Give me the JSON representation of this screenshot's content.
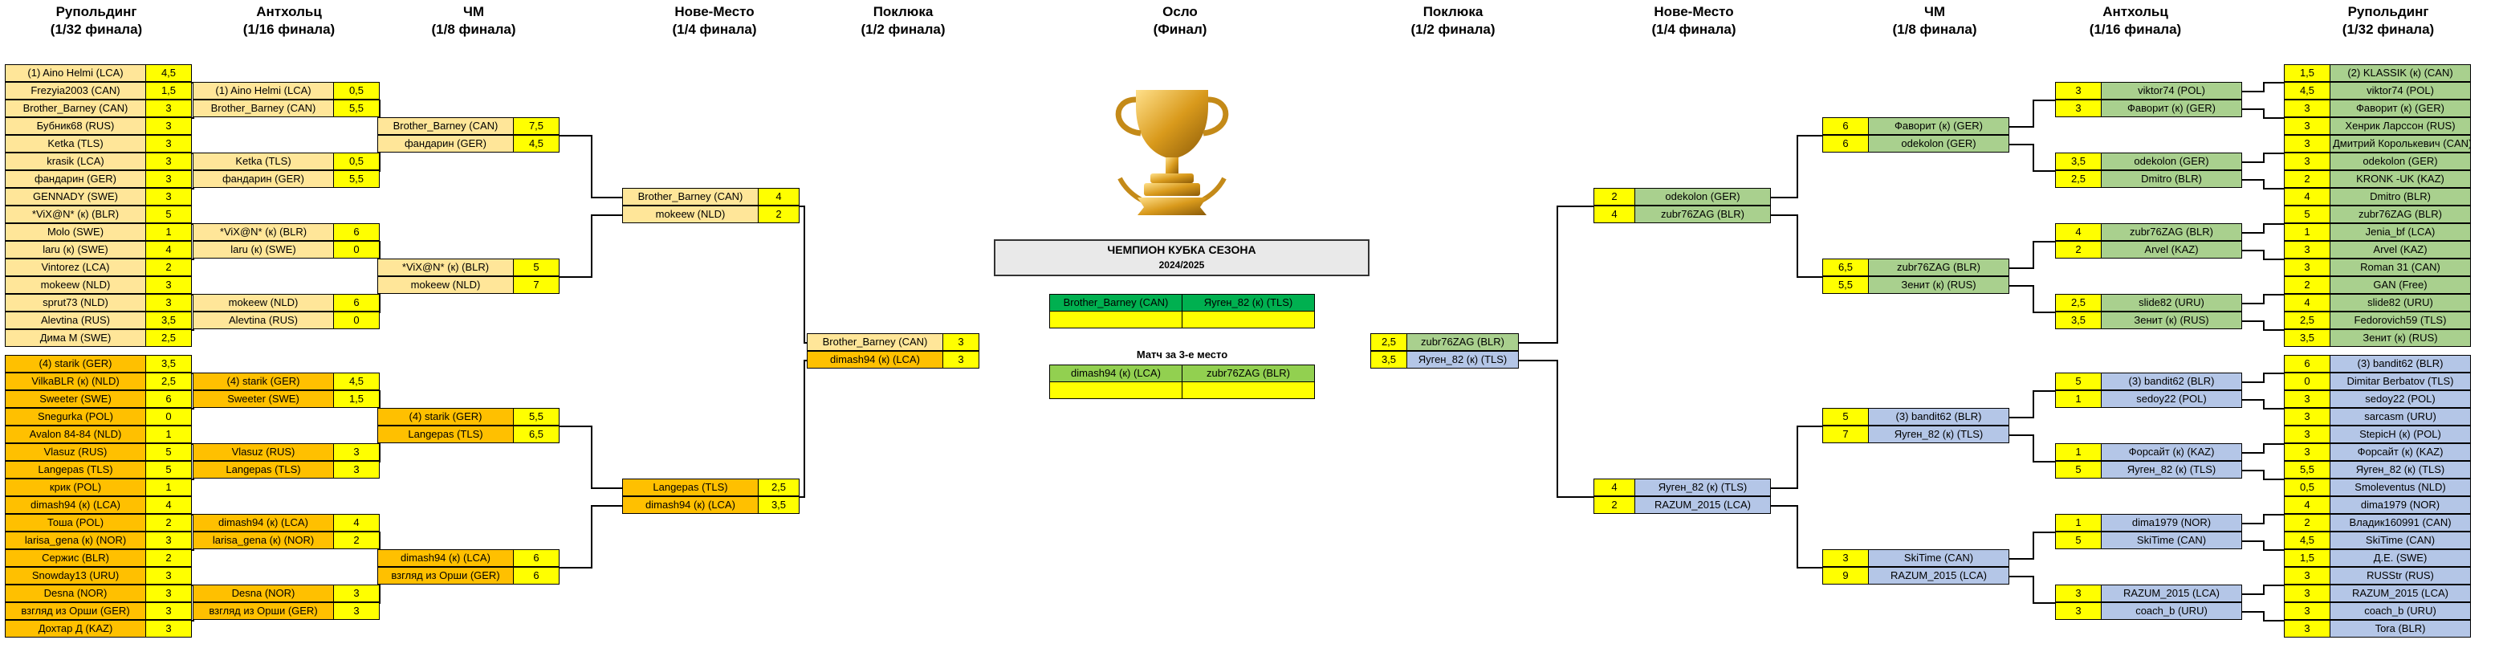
{
  "headers": {
    "left": [
      {
        "t": "Рупольдинг",
        "s": "(1/32 финала)"
      },
      {
        "t": "Антхольц",
        "s": "(1/16 финала)"
      },
      {
        "t": "ЧМ",
        "s": "(1/8 финала)"
      },
      {
        "t": "Нове-Место",
        "s": "(1/4 финала)"
      },
      {
        "t": "Поклюка",
        "s": "(1/2 финала)"
      }
    ],
    "center": {
      "t": "Осло",
      "s": "(Финал)"
    },
    "right": [
      {
        "t": "Поклюка",
        "s": "(1/2 финала)"
      },
      {
        "t": "Нове-Место",
        "s": "(1/4 финала)"
      },
      {
        "t": "ЧМ",
        "s": "(1/8 финала)"
      },
      {
        "t": "Антхольц",
        "s": "(1/16 финала)"
      },
      {
        "t": "Рупольдинг",
        "s": "(1/32 финала)"
      }
    ]
  },
  "champion": {
    "title": "ЧЕМПИОН КУБКА СЕЗОНА",
    "season": "2024/2025"
  },
  "final": {
    "p1": "Brother_Barney (CAN)",
    "p2": "Яуген_82 (к) (TLS)"
  },
  "third_place": {
    "label": "Матч за 3-е место",
    "p1": "dimash94 (к) (LCA)",
    "p2": "zubr76ZAG (BLR)"
  },
  "left_r1": [
    {
      "n": "(1) Aino Helmi (LCA)",
      "s": "4,5"
    },
    {
      "n": "Frezyia2003 (CAN)",
      "s": "1,5"
    },
    {
      "n": "Brother_Barney (CAN)",
      "s": "3"
    },
    {
      "n": "Бубник68 (RUS)",
      "s": "3"
    },
    {
      "n": "Ketka (TLS)",
      "s": "3"
    },
    {
      "n": "krasik (LCA)",
      "s": "3"
    },
    {
      "n": "фандарин (GER)",
      "s": "3"
    },
    {
      "n": "GENNADY (SWE)",
      "s": "3"
    },
    {
      "n": "*ViX@N* (к) (BLR)",
      "s": "5"
    },
    {
      "n": "Molo (SWE)",
      "s": "1"
    },
    {
      "n": "laru (к) (SWE)",
      "s": "4"
    },
    {
      "n": "Vintorez (LCA)",
      "s": "2"
    },
    {
      "n": "mokeew (NLD)",
      "s": "3"
    },
    {
      "n": "sprut73 (NLD)",
      "s": "3"
    },
    {
      "n": "Alevtina (RUS)",
      "s": "3,5"
    },
    {
      "n": "Дима М (SWE)",
      "s": "2,5"
    },
    {
      "n": "(4) starik (GER)",
      "s": "3,5"
    },
    {
      "n": "VilkaBLR (к) (NLD)",
      "s": "2,5"
    },
    {
      "n": "Sweeter (SWE)",
      "s": "6"
    },
    {
      "n": "Snegurka (POL)",
      "s": "0"
    },
    {
      "n": "Avalon 84-84 (NLD)",
      "s": "1"
    },
    {
      "n": "Vlasuz (RUS)",
      "s": "5"
    },
    {
      "n": "Langepas (TLS)",
      "s": "5"
    },
    {
      "n": "крик (POL)",
      "s": "1"
    },
    {
      "n": "dimash94 (к) (LCA)",
      "s": "4"
    },
    {
      "n": "Тоша (POL)",
      "s": "2"
    },
    {
      "n": "larisa_gena (к) (NOR)",
      "s": "3"
    },
    {
      "n": "Сержис (BLR)",
      "s": "2"
    },
    {
      "n": "Snowday13 (URU)",
      "s": "3"
    },
    {
      "n": "Desna (NOR)",
      "s": "3"
    },
    {
      "n": "взгляд из Орши (GER)",
      "s": "3"
    },
    {
      "n": "Дохтар Д (KAZ)",
      "s": "3"
    }
  ],
  "left_r2": [
    {
      "n": "(1) Aino Helmi (LCA)",
      "s": "0,5"
    },
    {
      "n": "Brother_Barney (CAN)",
      "s": "5,5"
    },
    {
      "n": "Ketka (TLS)",
      "s": "0,5"
    },
    {
      "n": "фандарин (GER)",
      "s": "5,5"
    },
    {
      "n": "*ViX@N* (к) (BLR)",
      "s": "6"
    },
    {
      "n": "laru (к) (SWE)",
      "s": "0"
    },
    {
      "n": "mokeew (NLD)",
      "s": "6"
    },
    {
      "n": "Alevtina (RUS)",
      "s": "0"
    },
    {
      "n": "(4) starik (GER)",
      "s": "4,5"
    },
    {
      "n": "Sweeter (SWE)",
      "s": "1,5"
    },
    {
      "n": "Vlasuz (RUS)",
      "s": "3"
    },
    {
      "n": "Langepas (TLS)",
      "s": "3"
    },
    {
      "n": "dimash94 (к) (LCA)",
      "s": "4"
    },
    {
      "n": "larisa_gena (к) (NOR)",
      "s": "2"
    },
    {
      "n": "Desna (NOR)",
      "s": "3"
    },
    {
      "n": "взгляд из Орши (GER)",
      "s": "3"
    }
  ],
  "left_r3": [
    {
      "n": "Brother_Barney (CAN)",
      "s": "7,5"
    },
    {
      "n": "фандарин (GER)",
      "s": "4,5"
    },
    {
      "n": "*ViX@N* (к) (BLR)",
      "s": "5"
    },
    {
      "n": "mokeew (NLD)",
      "s": "7"
    },
    {
      "n": "(4) starik (GER)",
      "s": "5,5"
    },
    {
      "n": "Langepas (TLS)",
      "s": "6,5"
    },
    {
      "n": "dimash94 (к) (LCA)",
      "s": "6"
    },
    {
      "n": "взгляд из Орши (GER)",
      "s": "6"
    }
  ],
  "left_r4": [
    {
      "n": "Brother_Barney (CAN)",
      "s": "4"
    },
    {
      "n": "mokeew (NLD)",
      "s": "2"
    },
    {
      "n": "Langepas (TLS)",
      "s": "2,5"
    },
    {
      "n": "dimash94 (к) (LCA)",
      "s": "3,5"
    }
  ],
  "left_r5": [
    {
      "n": "Brother_Barney (CAN)",
      "s": "3"
    },
    {
      "n": "dimash94 (к) (LCA)",
      "s": "3"
    }
  ],
  "right_r5": [
    {
      "n": "zubr76ZAG (BLR)",
      "s": "2,5"
    },
    {
      "n": "Яуген_82 (к) (TLS)",
      "s": "3,5"
    }
  ],
  "right_r4": [
    {
      "n": "odekolon (GER)",
      "s": "2"
    },
    {
      "n": "zubr76ZAG (BLR)",
      "s": "4"
    },
    {
      "n": "Яуген_82 (к) (TLS)",
      "s": "4"
    },
    {
      "n": "RAZUM_2015 (LCA)",
      "s": "2"
    }
  ],
  "right_r3": [
    {
      "n": "Фаворит (к) (GER)",
      "s": "6"
    },
    {
      "n": "odekolon (GER)",
      "s": "6"
    },
    {
      "n": "zubr76ZAG (BLR)",
      "s": "6,5"
    },
    {
      "n": "Зенит (к) (RUS)",
      "s": "5,5"
    },
    {
      "n": "(3) bandit62 (BLR)",
      "s": "5"
    },
    {
      "n": "Яуген_82 (к) (TLS)",
      "s": "7"
    },
    {
      "n": "SkiTime (CAN)",
      "s": "3"
    },
    {
      "n": "RAZUM_2015 (LCA)",
      "s": "9"
    }
  ],
  "right_r2": [
    {
      "n": "viktor74 (POL)",
      "s": "3"
    },
    {
      "n": "Фаворит (к) (GER)",
      "s": "3"
    },
    {
      "n": "odekolon (GER)",
      "s": "3,5"
    },
    {
      "n": "Dmitro (BLR)",
      "s": "2,5"
    },
    {
      "n": "zubr76ZAG (BLR)",
      "s": "4"
    },
    {
      "n": "Arvel (KAZ)",
      "s": "2"
    },
    {
      "n": "slide82 (URU)",
      "s": "2,5"
    },
    {
      "n": "Зенит (к) (RUS)",
      "s": "3,5"
    },
    {
      "n": "(3) bandit62 (BLR)",
      "s": "5"
    },
    {
      "n": "sedoy22 (POL)",
      "s": "1"
    },
    {
      "n": "Форсайт (к) (KAZ)",
      "s": "1"
    },
    {
      "n": "Яуген_82 (к) (TLS)",
      "s": "5"
    },
    {
      "n": "dima1979 (NOR)",
      "s": "1"
    },
    {
      "n": "SkiTime (CAN)",
      "s": "5"
    },
    {
      "n": "RAZUM_2015 (LCA)",
      "s": "3"
    },
    {
      "n": "coach_b (URU)",
      "s": "3"
    }
  ],
  "right_r1": [
    {
      "n": "(2) KLASSIK (к) (CAN)",
      "s": "1,5"
    },
    {
      "n": "viktor74 (POL)",
      "s": "4,5"
    },
    {
      "n": "Фаворит (к) (GER)",
      "s": "3"
    },
    {
      "n": "Хенрик Ларссон (RUS)",
      "s": "3"
    },
    {
      "n": "Дмитрий Корольк​евич (CAN)",
      "s": "3"
    },
    {
      "n": "odekolon (GER)",
      "s": "3"
    },
    {
      "n": "KRONK -UK (KAZ)",
      "s": "2"
    },
    {
      "n": "Dmitro (BLR)",
      "s": "4"
    },
    {
      "n": "zubr76ZAG (BLR)",
      "s": "5"
    },
    {
      "n": "Jenia_bf (LCA)",
      "s": "1"
    },
    {
      "n": "Arvel (KAZ)",
      "s": "3"
    },
    {
      "n": "Roman 31 (CAN)",
      "s": "3"
    },
    {
      "n": "GAN (Free)",
      "s": "2"
    },
    {
      "n": "slide82 (URU)",
      "s": "4"
    },
    {
      "n": "Fedorovich59 (TLS)",
      "s": "2,5"
    },
    {
      "n": "Зенит (к) (RUS)",
      "s": "3,5"
    },
    {
      "n": "(3) bandit62 (BLR)",
      "s": "6"
    },
    {
      "n": "Dimitar Berbatov (TLS)",
      "s": "0"
    },
    {
      "n": "sedoy22 (POL)",
      "s": "3"
    },
    {
      "n": "sarcasm (URU)",
      "s": "3"
    },
    {
      "n": "StepicH (к) (POL)",
      "s": "3"
    },
    {
      "n": "Форсайт (к) (KAZ)",
      "s": "3"
    },
    {
      "n": "Яуген_82 (к) (TLS)",
      "s": "5,5"
    },
    {
      "n": "Smoleventus (NLD)",
      "s": "0,5"
    },
    {
      "n": "dima1979 (NOR)",
      "s": "4"
    },
    {
      "n": "Владик160991 (CAN)",
      "s": "2"
    },
    {
      "n": "SkiTime (CAN)",
      "s": "4,5"
    },
    {
      "n": "Д.Е. (SWE)",
      "s": "1,5"
    },
    {
      "n": "RUSStr (RUS)",
      "s": "3"
    },
    {
      "n": "RAZUM_2015 (LCA)",
      "s": "3"
    },
    {
      "n": "coach_b (URU)",
      "s": "3"
    },
    {
      "n": "Tora (BLR)",
      "s": "3"
    }
  ],
  "colors": {
    "left_top": "#ffe699",
    "left_bottom": "#ffc000",
    "right_top": "#a9d08e",
    "right_bottom": "#b4c6e7",
    "score": "#ffff00",
    "final_green": "#00b050",
    "third_green": "#92d050",
    "trophy_gold": "#d4a017"
  },
  "icons": {
    "trophy": "trophy-icon"
  }
}
